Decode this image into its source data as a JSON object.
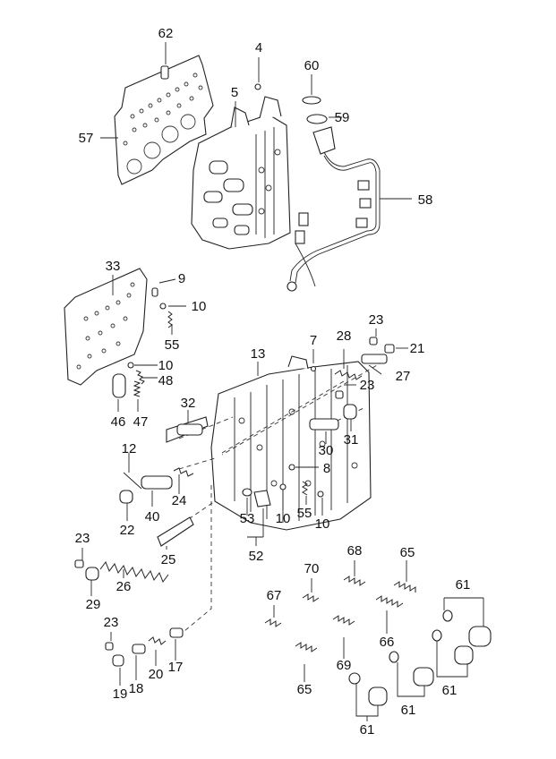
{
  "diagram": {
    "callouts": [
      {
        "id": "c62",
        "text": "62"
      },
      {
        "id": "c4",
        "text": "4"
      },
      {
        "id": "c60",
        "text": "60"
      },
      {
        "id": "c5",
        "text": "5"
      },
      {
        "id": "c59",
        "text": "59"
      },
      {
        "id": "c57",
        "text": "57"
      },
      {
        "id": "c58",
        "text": "58"
      },
      {
        "id": "c33",
        "text": "33"
      },
      {
        "id": "c9",
        "text": "9"
      },
      {
        "id": "c10a",
        "text": "10"
      },
      {
        "id": "c55a",
        "text": "55"
      },
      {
        "id": "c23a",
        "text": "23"
      },
      {
        "id": "c7",
        "text": "7"
      },
      {
        "id": "c28",
        "text": "28"
      },
      {
        "id": "c21",
        "text": "21"
      },
      {
        "id": "c13",
        "text": "13"
      },
      {
        "id": "c10b",
        "text": "10"
      },
      {
        "id": "c48",
        "text": "48"
      },
      {
        "id": "c27",
        "text": "27"
      },
      {
        "id": "c23b",
        "text": "23"
      },
      {
        "id": "c46",
        "text": "46"
      },
      {
        "id": "c47",
        "text": "47"
      },
      {
        "id": "c32",
        "text": "32"
      },
      {
        "id": "c30",
        "text": "30"
      },
      {
        "id": "c31",
        "text": "31"
      },
      {
        "id": "c12",
        "text": "12"
      },
      {
        "id": "c8",
        "text": "8"
      },
      {
        "id": "c24",
        "text": "24"
      },
      {
        "id": "c22",
        "text": "22"
      },
      {
        "id": "c40",
        "text": "40"
      },
      {
        "id": "c53",
        "text": "53"
      },
      {
        "id": "c10c",
        "text": "10"
      },
      {
        "id": "c55b",
        "text": "55"
      },
      {
        "id": "c10d",
        "text": "10"
      },
      {
        "id": "c52",
        "text": "52"
      },
      {
        "id": "c23c",
        "text": "23"
      },
      {
        "id": "c25",
        "text": "25"
      },
      {
        "id": "c68",
        "text": "68"
      },
      {
        "id": "c65a",
        "text": "65"
      },
      {
        "id": "c26",
        "text": "26"
      },
      {
        "id": "c70",
        "text": "70"
      },
      {
        "id": "c61a",
        "text": "61"
      },
      {
        "id": "c29",
        "text": "29"
      },
      {
        "id": "c67",
        "text": "67"
      },
      {
        "id": "c23d",
        "text": "23"
      },
      {
        "id": "c66",
        "text": "66"
      },
      {
        "id": "c20",
        "text": "20"
      },
      {
        "id": "c17",
        "text": "17"
      },
      {
        "id": "c69",
        "text": "69"
      },
      {
        "id": "c19",
        "text": "19"
      },
      {
        "id": "c18",
        "text": "18"
      },
      {
        "id": "c65b",
        "text": "65"
      },
      {
        "id": "c61b",
        "text": "61"
      },
      {
        "id": "c61c",
        "text": "61"
      },
      {
        "id": "c61d",
        "text": "61"
      }
    ]
  }
}
